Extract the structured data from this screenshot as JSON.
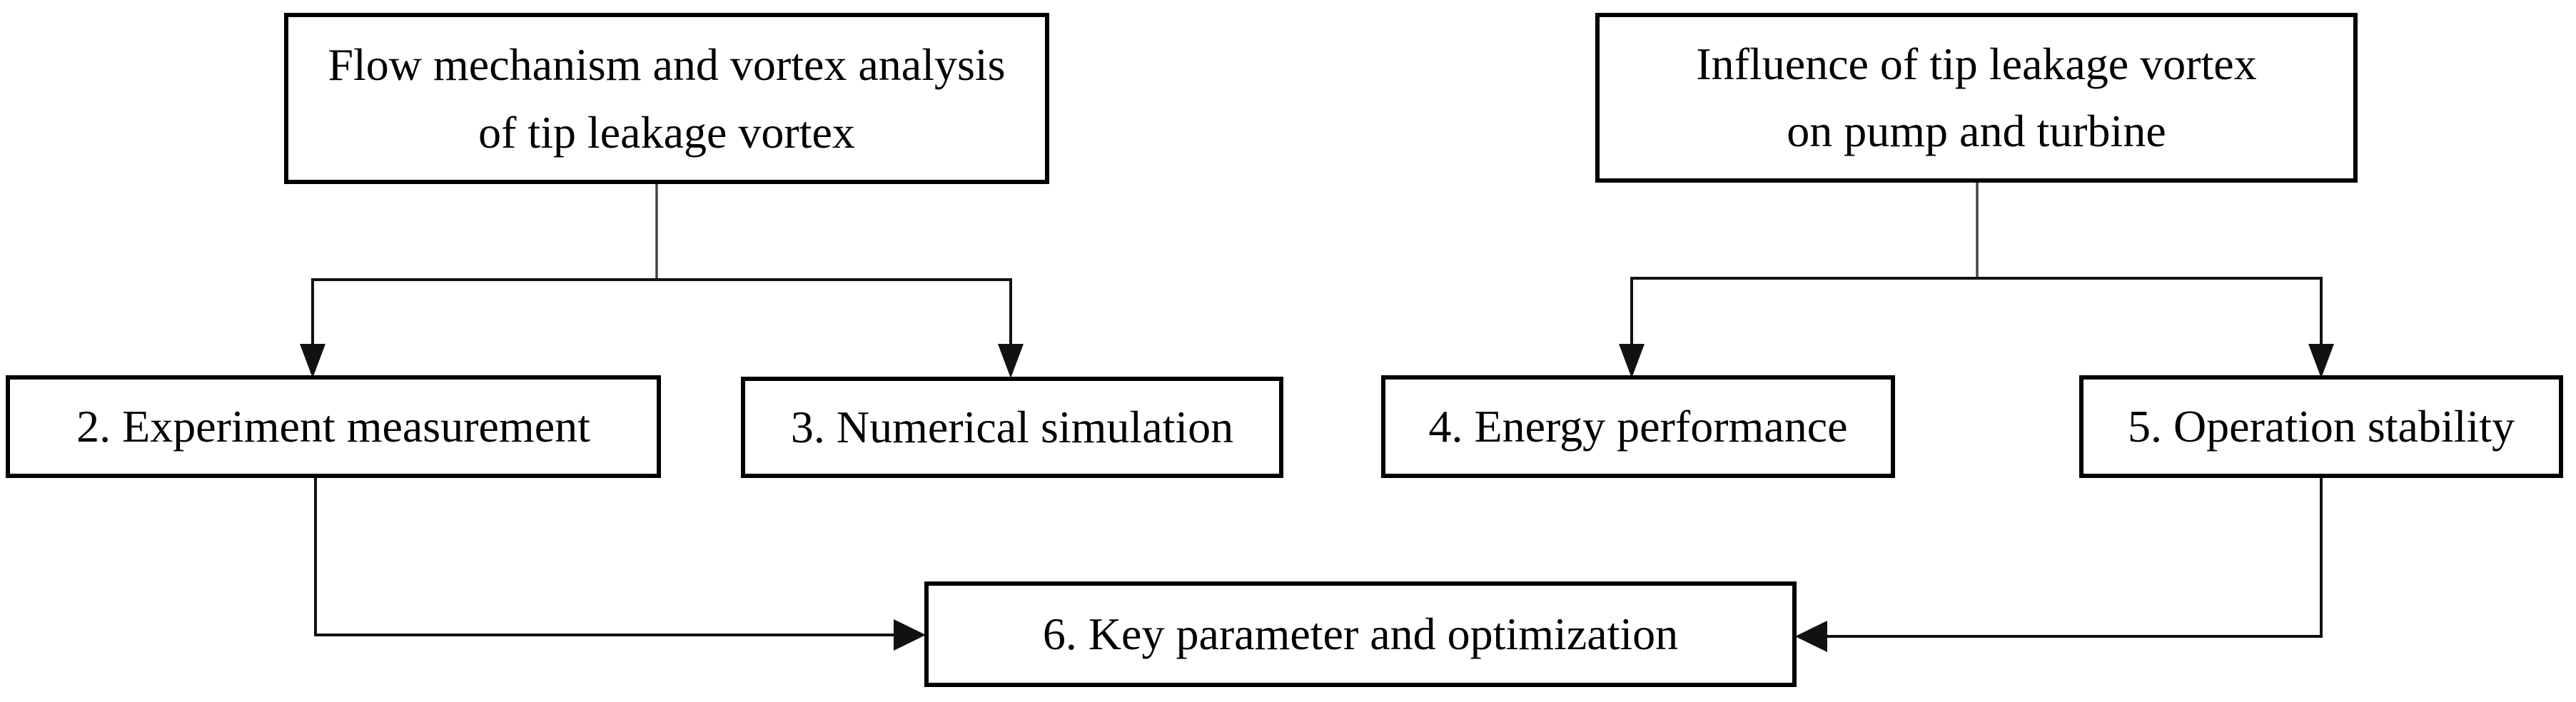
{
  "diagram": {
    "type": "flowchart",
    "colors": {
      "background": "#ffffff",
      "box_border": "#000000",
      "text": "#000000",
      "connector": "#111111"
    },
    "nodes": {
      "flow_mechanism": {
        "line1": "Flow mechanism and vortex analysis",
        "line2": "of tip leakage vortex"
      },
      "influence": {
        "line1": "Influence of tip leakage vortex",
        "line2": "on pump and turbine"
      },
      "experiment": {
        "label": "2. Experiment measurement"
      },
      "numerical": {
        "label": "3. Numerical simulation"
      },
      "energy": {
        "label": "4. Energy performance"
      },
      "operation": {
        "label": "5. Operation stability"
      },
      "key_parameter": {
        "label": "6. Key parameter and optimization"
      }
    },
    "edges": [
      {
        "from": "flow_mechanism",
        "to": "experiment",
        "arrow": "down"
      },
      {
        "from": "flow_mechanism",
        "to": "numerical",
        "arrow": "down"
      },
      {
        "from": "influence",
        "to": "energy",
        "arrow": "down"
      },
      {
        "from": "influence",
        "to": "operation",
        "arrow": "down"
      },
      {
        "from": "experiment",
        "to": "key_parameter",
        "arrow": "right"
      },
      {
        "from": "operation",
        "to": "key_parameter",
        "arrow": "left"
      }
    ]
  }
}
